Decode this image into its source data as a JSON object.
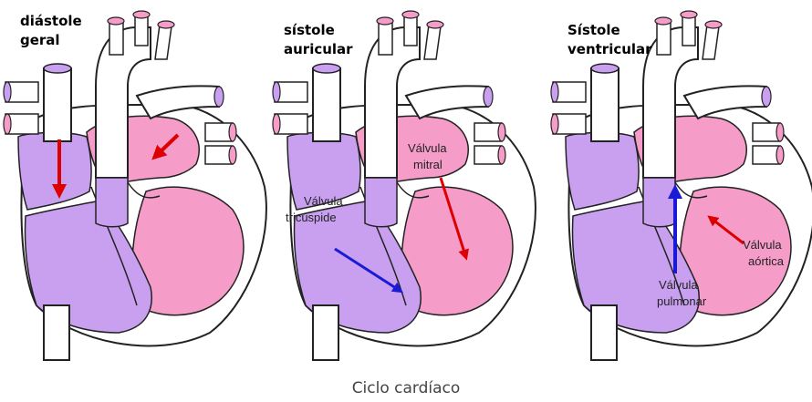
{
  "panels": [
    {
      "title_lines": [
        "diástole",
        "geral"
      ],
      "labels": []
    },
    {
      "title_lines": [
        "sístole",
        "auricular"
      ],
      "labels": [
        {
          "lines": [
            "Válvula",
            "mitral"
          ]
        },
        {
          "lines": [
            "Válvula",
            "tricúspide"
          ]
        }
      ]
    },
    {
      "title_lines": [
        "Sístole",
        "ventricular"
      ],
      "labels": [
        {
          "lines": [
            "Válvula",
            "pulmonar"
          ]
        },
        {
          "lines": [
            "Válvula",
            "aórtica"
          ]
        }
      ]
    }
  ],
  "caption": "Ciclo cardíaco",
  "colors": {
    "right_heart": "#c9a0f0",
    "left_heart": "#f59cc9",
    "outline": "#222222",
    "arrow_red": "#dd0000",
    "arrow_blue": "#1a1ad6",
    "wall": "#ffffff"
  }
}
